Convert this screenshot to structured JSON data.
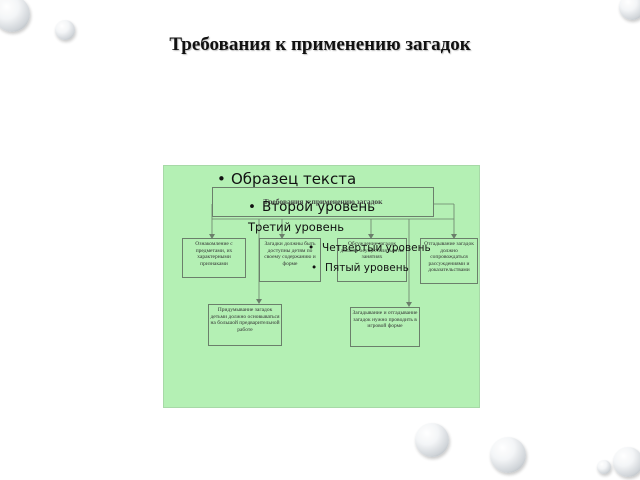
{
  "slide": {
    "title": "Требования к применению загадок"
  },
  "diagram": {
    "title": "Требования к применению загадок",
    "nodes": [
      "Ознакомление с предметами, их характерными признаками",
      "Загадки должны быть доступны детям по своему содержанию и форме",
      "Обсуждение загадок должно осуществляться на занятиях",
      "Отгадывание загадок должно сопровождаться рассуждениями и доказательствами",
      "Придумывание загадок детьми должно основываться на большой предварительной работе",
      "Загадывание и отгадывание загадок нужно проводить в игровой форме"
    ]
  },
  "placeholder": {
    "level1": "Образец текста",
    "level2": "Второй уровень",
    "level3": "Третий уровень",
    "level4": "Четвертый уровень",
    "level5": "Пятый уровень"
  }
}
